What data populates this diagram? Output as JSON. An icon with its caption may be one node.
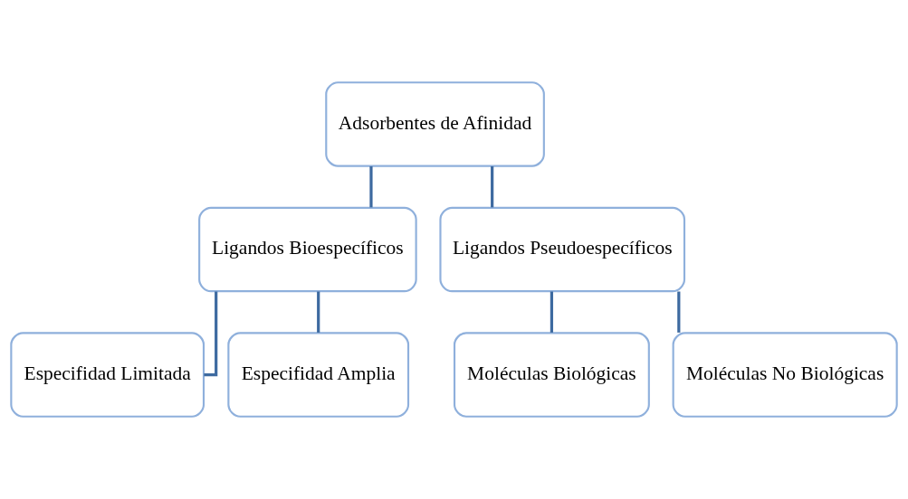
{
  "diagram": {
    "nodes": [
      {
        "text": [
          "Adsorbentes de Afinidad"
        ]
      },
      {
        "text": [
          "Ligandos Bioespecíficos"
        ]
      },
      {
        "text": [
          "Ligandos Pseudoespecíficos"
        ]
      },
      {
        "text": [
          "Especifidad Limitada"
        ]
      },
      {
        "text": [
          "Especifidad Amplia"
        ]
      },
      {
        "text": [
          "Moléculas Biológicas"
        ]
      },
      {
        "text": [
          "Moléculas No Biológicas"
        ]
      }
    ],
    "edges": [
      {
        "from": 0,
        "to": 1,
        "arrow": "none"
      },
      {
        "from": 0,
        "to": 2,
        "arrow": "none"
      },
      {
        "from": 1,
        "to": 3,
        "arrow": "none"
      },
      {
        "from": 1,
        "to": 4,
        "arrow": "none"
      },
      {
        "from": 2,
        "to": 5,
        "arrow": "none"
      },
      {
        "from": 2,
        "to": 6,
        "arrow": "none"
      }
    ]
  }
}
